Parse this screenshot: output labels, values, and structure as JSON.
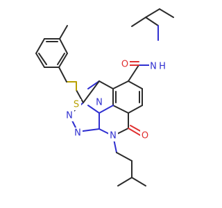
{
  "atoms": {
    "amide_n": "N",
    "amide_h": "H",
    "amide_o": "O",
    "thio_s": "S",
    "triazole_n1": "N",
    "triazole_n2": "N",
    "ring_n_fused": "N",
    "ring_n_alkyl": "N",
    "ring_o": "O"
  }
}
